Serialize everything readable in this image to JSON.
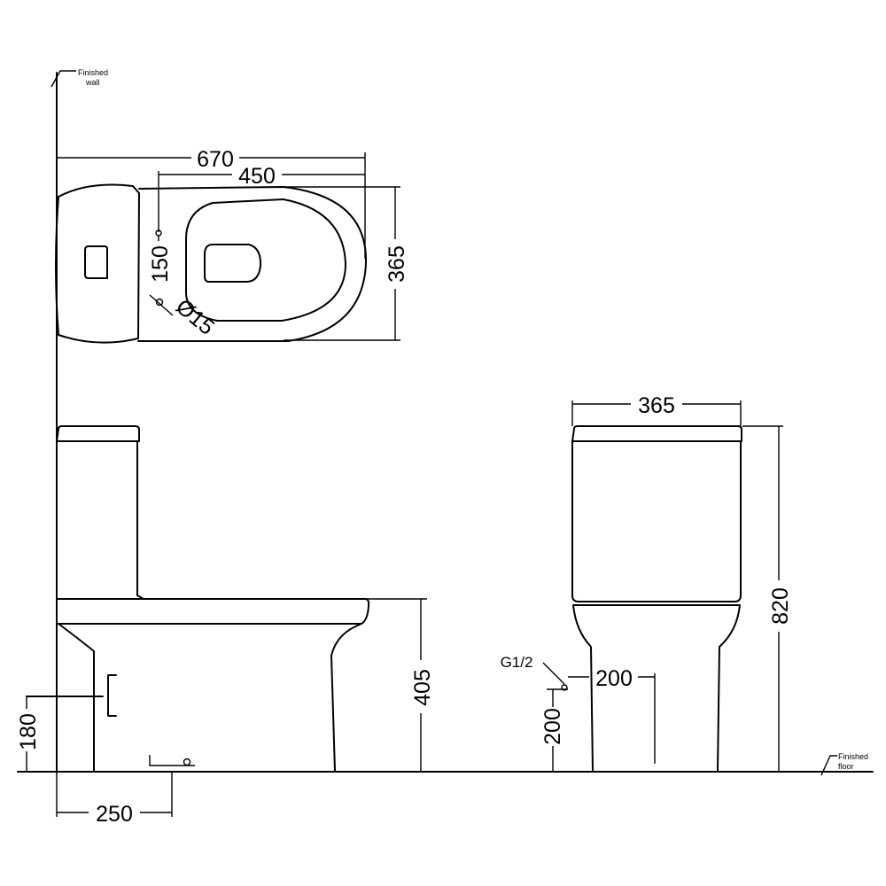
{
  "notes": {
    "finished_wall_line1": "Finished",
    "finished_wall_line2": "wall",
    "finished_floor_line1": "Finished",
    "finished_floor_line2": "floor"
  },
  "dimensions": {
    "plan_overall_depth": "670",
    "plan_pan_depth": "450",
    "plan_width": "365",
    "plan_inlet_offset": "150",
    "plan_inlet_diameter": "Ø15",
    "side_pan_height": "405",
    "side_outlet_height": "180",
    "side_outlet_distance": "250",
    "front_width": "365",
    "front_overall_height": "820",
    "front_inlet_height": "200",
    "front_inlet_offset": "200",
    "front_inlet_thread": "G1/2"
  }
}
